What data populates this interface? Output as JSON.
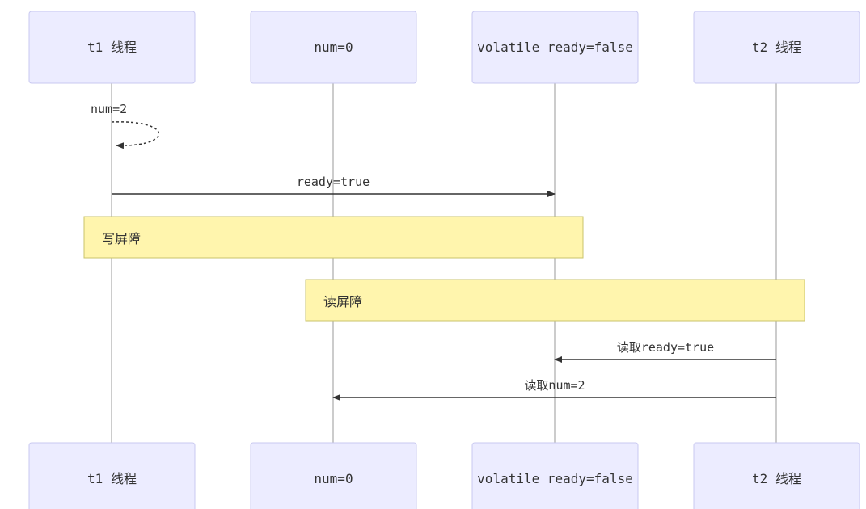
{
  "diagram": {
    "participants": [
      {
        "id": "t1",
        "label": "t1 线程"
      },
      {
        "id": "num",
        "label": "num=0"
      },
      {
        "id": "ready",
        "label": "volatile ready=false"
      },
      {
        "id": "t2",
        "label": "t2 线程"
      }
    ],
    "messages": [
      {
        "id": "m1",
        "from": "t1",
        "to": "t1",
        "label": "num=2",
        "self": true
      },
      {
        "id": "m2",
        "from": "t1",
        "to": "ready",
        "label": "ready=true"
      },
      {
        "id": "m3",
        "from": "t2",
        "to": "ready",
        "label": "读取ready=true"
      },
      {
        "id": "m4",
        "from": "t2",
        "to": "num",
        "label": "读取num=2"
      }
    ],
    "notes": [
      {
        "id": "n1",
        "label": "写屏障"
      },
      {
        "id": "n2",
        "label": "读屏障"
      }
    ],
    "colors": {
      "actor_fill": "#ececff",
      "actor_border": "#c8c8f0",
      "note_fill": "#fff5ad",
      "note_border": "#c9c36b",
      "line": "#333333"
    }
  }
}
